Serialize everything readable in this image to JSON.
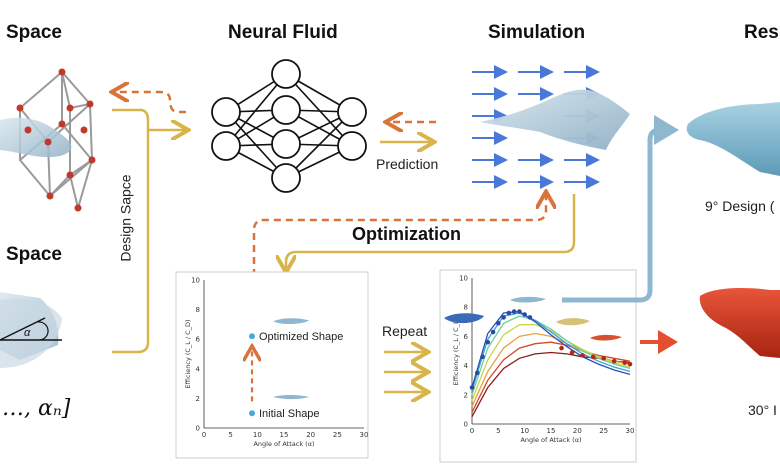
{
  "headers": {
    "space_top": "Space",
    "neural_fluid": "Neural Fluid",
    "simulation": "Simulation",
    "results": "Res",
    "space_mid": "Space"
  },
  "labels": {
    "design_space_vertical": "Design Sapce",
    "prediction": "Prediction",
    "optimization": "Optimization",
    "repeat": "Repeat",
    "alpha_symbol": "α",
    "alpha_vector": "…, αₙ]",
    "result_top": "9° Design (",
    "result_bottom": "30° I"
  },
  "colors": {
    "gold": "#d9b44a",
    "orange_dash": "#d8743a",
    "blue_arrow": "#4a78d8",
    "light_blue": "#8fb8d0",
    "red_arrow": "#e4502f"
  },
  "chart_data": [
    {
      "type": "scatter",
      "xlabel": "Angle of Attack (α)",
      "ylabel": "Efficiency (C_L / C_D)",
      "xlim": [
        0,
        30
      ],
      "ylim": [
        0,
        10
      ],
      "xticks": [
        0,
        5,
        10,
        15,
        20,
        25,
        30
      ],
      "yticks": [
        0,
        2,
        4,
        6,
        8,
        10
      ],
      "points": [
        {
          "x": 9,
          "y": 6.2,
          "label": "Optimized Shape"
        },
        {
          "x": 9,
          "y": 1.0,
          "label": "Initial Shape"
        }
      ]
    },
    {
      "type": "line",
      "xlabel": "Angle of Attack (α)",
      "ylabel": "Efficiency (C_L / C_D)",
      "xlim": [
        0,
        30
      ],
      "ylim": [
        0,
        10
      ],
      "xticks": [
        0,
        5,
        10,
        15,
        20,
        25,
        30
      ],
      "yticks": [
        0,
        2,
        4,
        6,
        8,
        10
      ],
      "series": [
        {
          "color": "#8b1a1a",
          "x": [
            0,
            3,
            6,
            9,
            12,
            15,
            18,
            21,
            24,
            27,
            30
          ],
          "y": [
            0.5,
            2.5,
            3.8,
            4.5,
            4.8,
            4.9,
            4.8,
            4.6,
            4.5,
            4.3,
            4.2
          ]
        },
        {
          "color": "#d04a2a",
          "x": [
            0,
            3,
            6,
            9,
            12,
            15,
            18,
            21,
            24,
            27,
            30
          ],
          "y": [
            0.8,
            3.0,
            4.4,
            5.2,
            5.5,
            5.6,
            5.4,
            5.0,
            4.7,
            4.5,
            4.3
          ]
        },
        {
          "color": "#e8a040",
          "x": [
            0,
            3,
            6,
            9,
            12,
            15,
            18,
            21,
            24,
            27,
            30
          ],
          "y": [
            1.2,
            3.6,
            5.2,
            6.0,
            6.2,
            6.0,
            5.5,
            5.0,
            4.6,
            4.3,
            4.1
          ]
        },
        {
          "color": "#c8d84a",
          "x": [
            0,
            3,
            6,
            9,
            12,
            15,
            18,
            21,
            24,
            27,
            30
          ],
          "y": [
            1.6,
            4.4,
            6.1,
            6.8,
            6.8,
            6.4,
            5.7,
            5.1,
            4.6,
            4.2,
            3.9
          ]
        },
        {
          "color": "#6fd0a0",
          "x": [
            0,
            3,
            6,
            9,
            12,
            15,
            18,
            21,
            24,
            27,
            30
          ],
          "y": [
            2.0,
            5.2,
            6.9,
            7.4,
            7.1,
            6.5,
            5.7,
            5.0,
            4.5,
            4.1,
            3.8
          ]
        },
        {
          "color": "#3aa0d8",
          "x": [
            0,
            3,
            6,
            9,
            12,
            15,
            18,
            21,
            24,
            27,
            30
          ],
          "y": [
            2.3,
            5.8,
            7.4,
            7.6,
            7.1,
            6.3,
            5.5,
            4.8,
            4.3,
            3.9,
            3.6
          ]
        },
        {
          "color": "#2a50b0",
          "x": [
            0,
            3,
            6,
            9,
            12,
            15,
            18,
            21,
            24,
            27,
            30
          ],
          "y": [
            2.5,
            6.2,
            7.6,
            7.7,
            7.0,
            6.1,
            5.3,
            4.6,
            4.1,
            3.7,
            3.4
          ]
        }
      ],
      "markers_blue": {
        "x": [
          0,
          1,
          2,
          3,
          4,
          5,
          6,
          7,
          8,
          9,
          10,
          11
        ],
        "y": [
          2.5,
          3.5,
          4.6,
          5.6,
          6.3,
          6.9,
          7.3,
          7.6,
          7.7,
          7.7,
          7.5,
          7.3
        ]
      },
      "markers_red": {
        "x": [
          17,
          19,
          21,
          23,
          25,
          27,
          29,
          30
        ],
        "y": [
          5.2,
          4.9,
          4.7,
          4.6,
          4.5,
          4.3,
          4.2,
          4.1
        ]
      }
    }
  ]
}
